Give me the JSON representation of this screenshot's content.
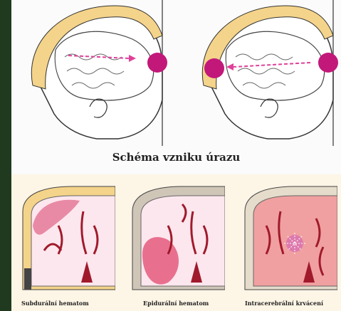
{
  "caption": "Schéma vzniku úrazu",
  "panels": [
    {
      "label": "Subdurální hematom"
    },
    {
      "label": "Epidurální hematom"
    },
    {
      "label": "Intracerebrální krvácení"
    }
  ],
  "colors": {
    "border": "#1f3a1f",
    "impact": "#c2187a",
    "arrow": "#e0409a",
    "skull": "#f4d38a",
    "hemorrhage": "#c8102e"
  }
}
